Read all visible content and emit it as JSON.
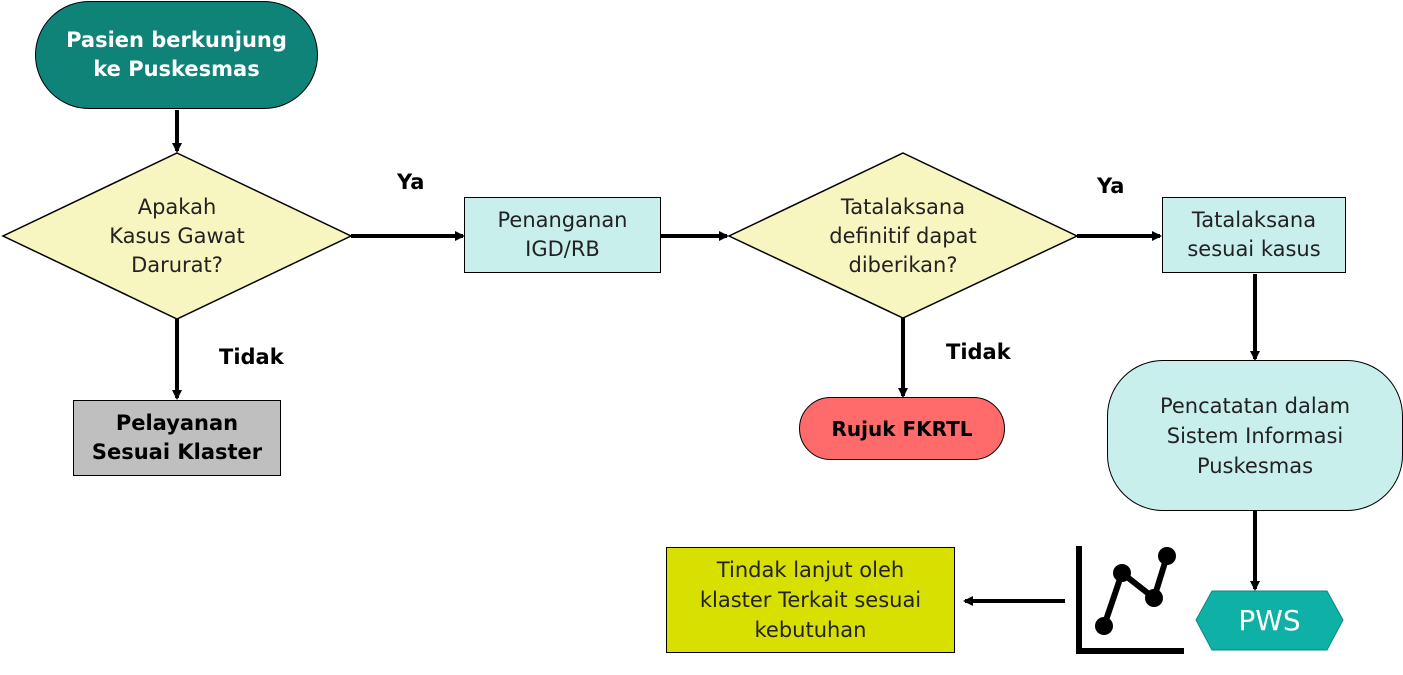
{
  "nodes": {
    "start": "Pasien berkunjung\nke Puskesmas",
    "decision_emergency": "Apakah\nKasus Gawat\nDarurat?",
    "igd": "Penanganan\nIGD/RB",
    "decision_definitive": "Tatalaksana\ndefinitif dapat\ndiberikan?",
    "treatment": "Tatalaksana\nsesuai kasus",
    "cluster_service": "Pelayanan\nSesuai Klaster",
    "refer": "Rujuk FKRTL",
    "record": "Pencatatan  dalam\nSistem Informasi\nPuskesmas",
    "pws": "PWS",
    "followup": "Tindak lanjut oleh\nklaster Terkait sesuai\nkebutuhan"
  },
  "edge_labels": {
    "yes_1": "Ya",
    "no_1": "Tidak",
    "yes_2": "Ya",
    "no_2": "Tidak"
  },
  "icons": {
    "trend": "line-chart-icon"
  },
  "colors": {
    "start_fill": "#0f8378",
    "decision_fill": "#f7f5c0",
    "process_fill": "#c8efec",
    "cluster_fill": "#bfbfbf",
    "refer_fill": "#ff6b6b",
    "followup_fill": "#d7e000",
    "pws_fill": "#0fb0a6"
  }
}
